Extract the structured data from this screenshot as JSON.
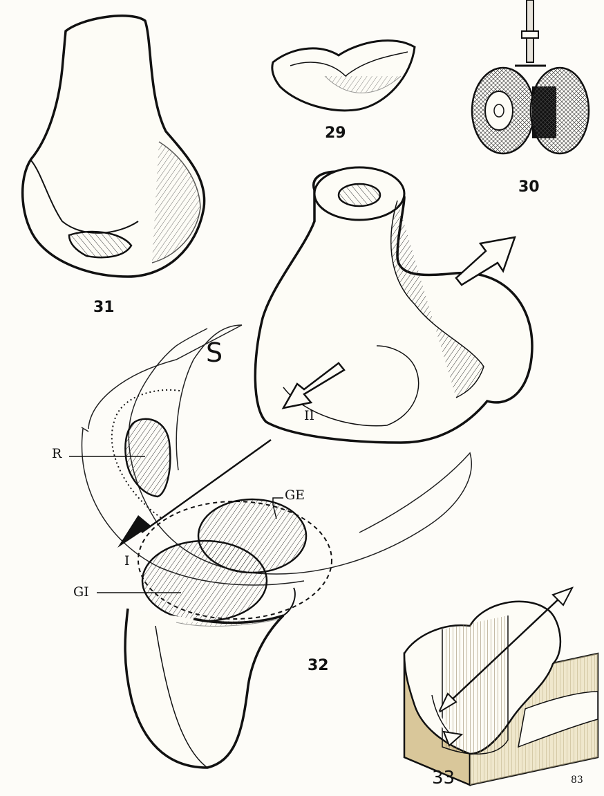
{
  "figures": {
    "fig29": "29",
    "fig30": "30",
    "fig31": "31",
    "fig32": "32",
    "fig33": "33"
  },
  "labels": {
    "S": "S",
    "R": "R",
    "GE": "GE",
    "GI": "GI",
    "I": "I",
    "II": "II"
  },
  "page_number": "83"
}
